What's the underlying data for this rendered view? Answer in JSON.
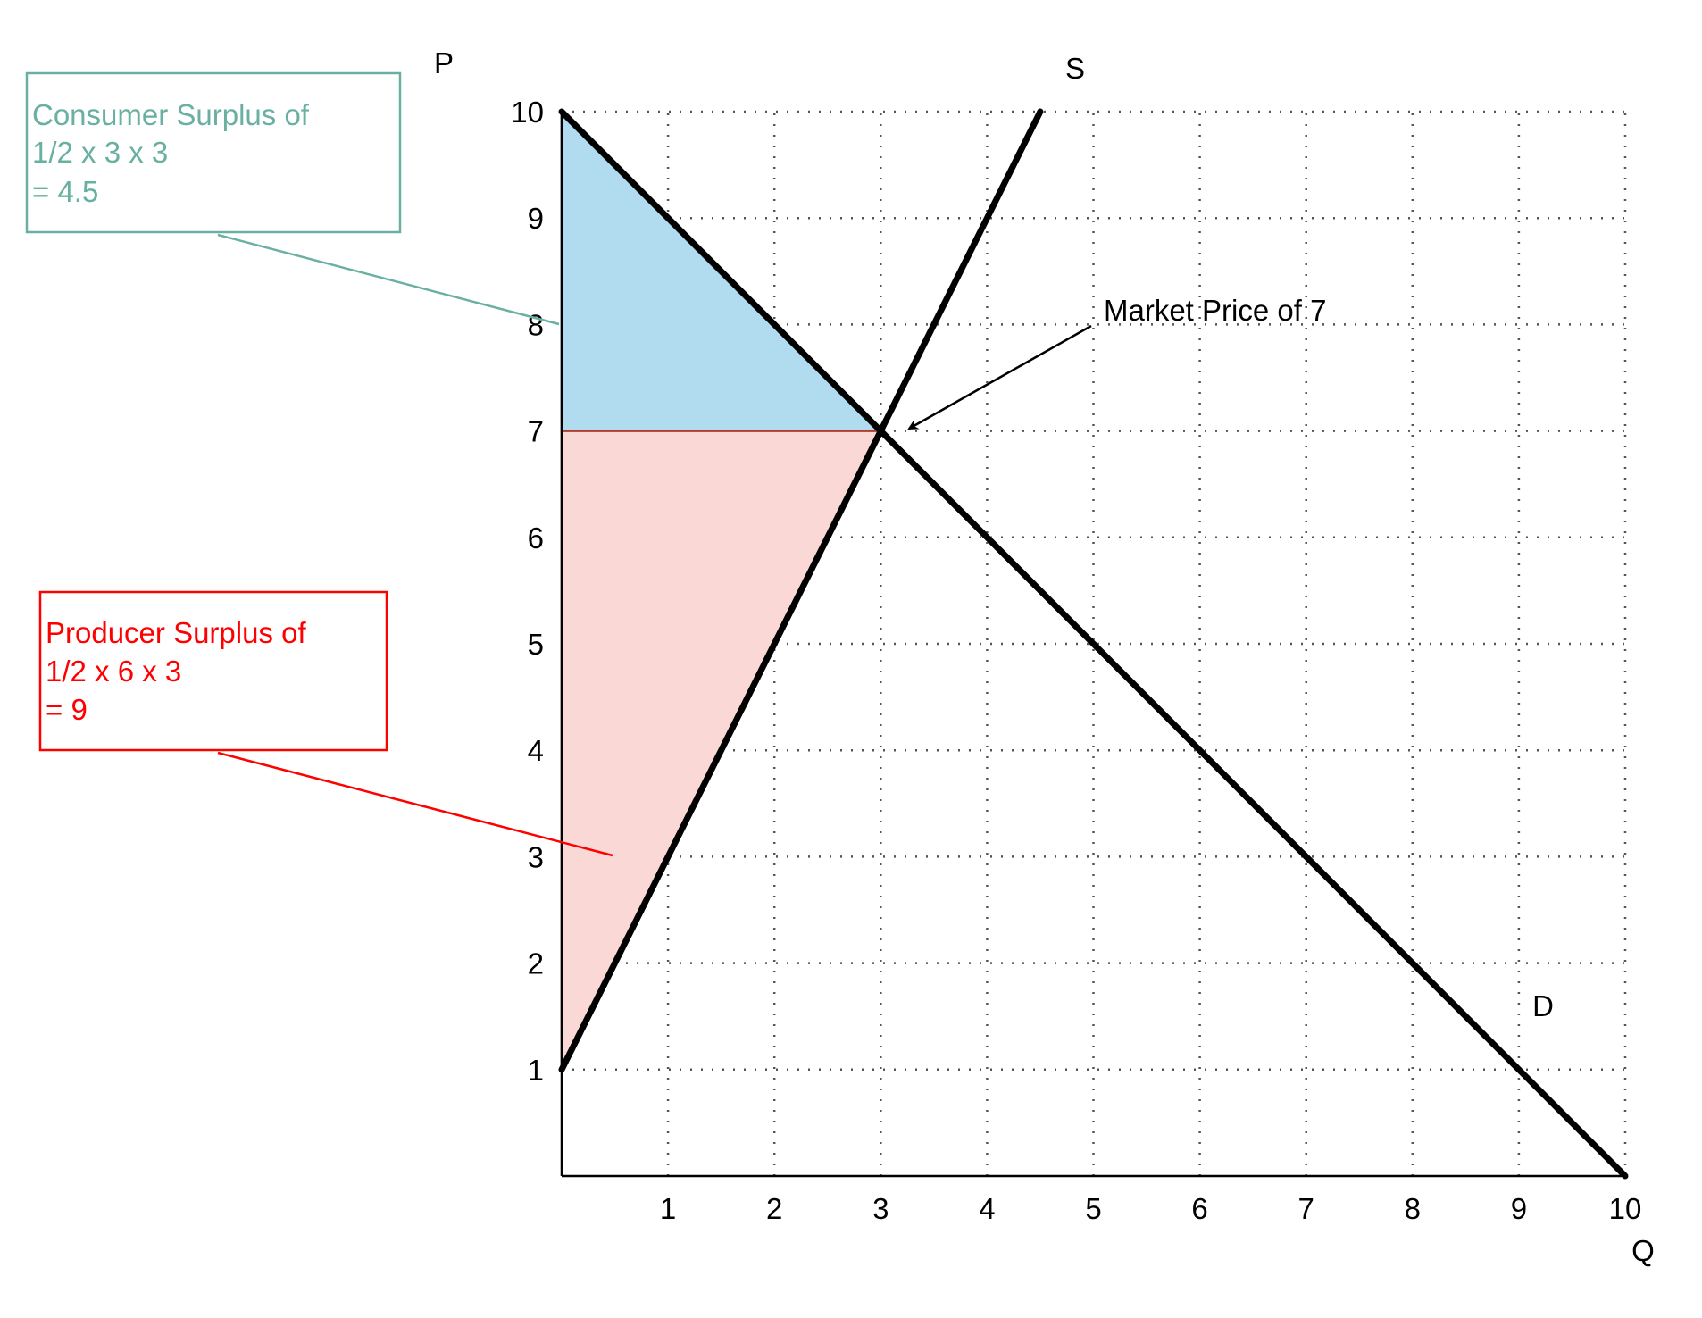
{
  "chart_data": {
    "type": "line",
    "xlabel": "Q",
    "ylabel": "P",
    "xlim": [
      0,
      10
    ],
    "ylim": [
      0,
      10
    ],
    "x_ticks": [
      "1",
      "2",
      "3",
      "4",
      "5",
      "6",
      "7",
      "8",
      "9",
      "10"
    ],
    "y_ticks": [
      "1",
      "2",
      "3",
      "4",
      "5",
      "6",
      "7",
      "8",
      "9",
      "10"
    ],
    "grid": true,
    "series": [
      {
        "name": "S",
        "x": [
          0,
          4.5
        ],
        "y": [
          1,
          10
        ],
        "color": "#000000"
      },
      {
        "name": "D",
        "x": [
          0,
          10
        ],
        "y": [
          10,
          0
        ],
        "color": "#000000"
      }
    ],
    "equilibrium": {
      "x": 3,
      "y": 7
    },
    "regions": {
      "consumer_surplus": {
        "points": [
          [
            0,
            10
          ],
          [
            3,
            7
          ],
          [
            0,
            7
          ]
        ],
        "fill": "#b1dcf0",
        "edge": "#1a6ea0"
      },
      "producer_surplus": {
        "points": [
          [
            0,
            7
          ],
          [
            3,
            7
          ],
          [
            0,
            1
          ]
        ],
        "fill": "#f9d8d5",
        "edge": "#b03a2e"
      }
    },
    "annotations": {
      "market_price": "Market Price of 7",
      "consumer_surplus_lines": [
        "Consumer Surplus of",
        "1/2 x 3 x 3",
        "= 4.5"
      ],
      "producer_surplus_lines": [
        "Producer Surplus of",
        "1/2 x 6 x 3",
        "= 9"
      ]
    },
    "colors": {
      "consumer_box": "#6ab0a2",
      "producer_box": "#ff0000",
      "curve": "#000000"
    }
  }
}
